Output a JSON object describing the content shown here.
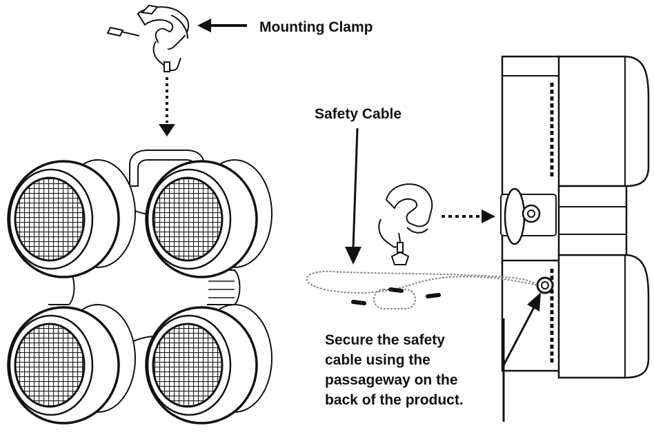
{
  "labels": {
    "mounting_clamp": "Mounting Clamp",
    "safety_cable": "Safety Cable",
    "secure_note": [
      "Secure the safety",
      "cable using the",
      "passageway on the",
      "back of the product."
    ]
  },
  "colors": {
    "line": "#111111",
    "grille": "#2a2a2a",
    "cable": "#888888",
    "background": "#ffffff"
  },
  "icons": {
    "clamp": "mounting-clamp-icon",
    "fixture_front": "quad-led-fixture-front",
    "fixture_side": "led-fixture-side-profile"
  }
}
